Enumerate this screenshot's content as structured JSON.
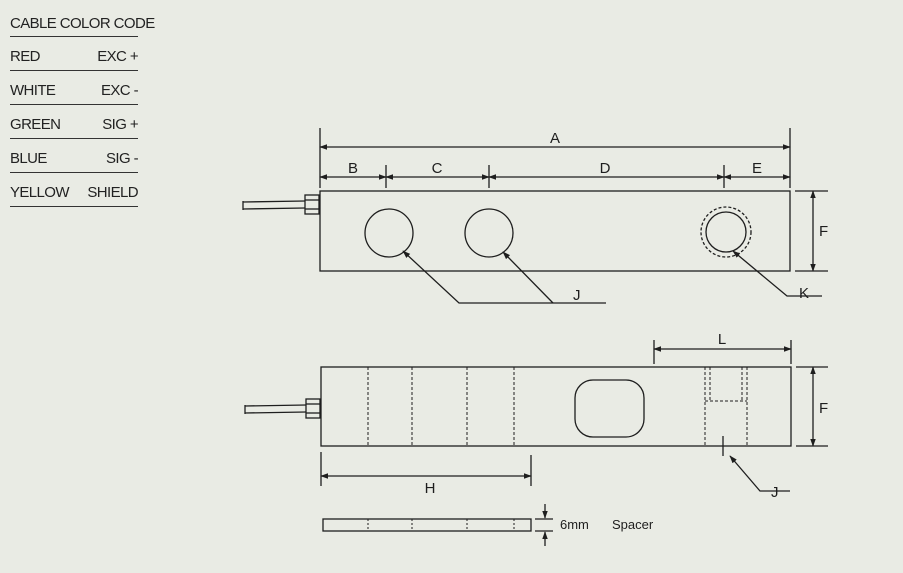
{
  "legend": {
    "title": "CABLE COLOR CODE",
    "rows": [
      {
        "color": "RED",
        "signal": "EXC +"
      },
      {
        "color": "WHITE",
        "signal": "EXC -"
      },
      {
        "color": "GREEN",
        "signal": "SIG +"
      },
      {
        "color": "BLUE",
        "signal": "SIG -"
      },
      {
        "color": "YELLOW",
        "signal": "SHIELD"
      }
    ]
  },
  "dimensions": {
    "A": "A",
    "B": "B",
    "C": "C",
    "D": "D",
    "E": "E",
    "F_top": "F",
    "F_side": "F",
    "H": "H",
    "L": "L"
  },
  "callouts": {
    "J_top": "J",
    "K": "K",
    "J_side": "J"
  },
  "spacer": {
    "thickness": "6mm",
    "label": "Spacer"
  },
  "colors": {
    "paper": "#e9ebe4",
    "ink": "#1e1e1e"
  }
}
